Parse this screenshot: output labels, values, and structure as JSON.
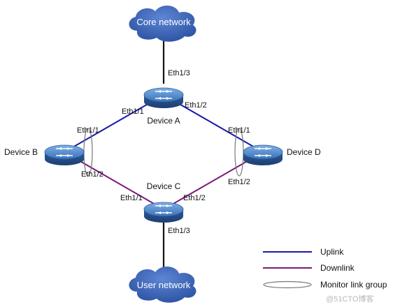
{
  "clouds": {
    "core": "Core network",
    "user": "User network"
  },
  "devices": {
    "a": "Device A",
    "b": "Device B",
    "c": "Device C",
    "d": "Device D"
  },
  "ports": {
    "a_eth13": "Eth1/3",
    "a_eth11": "Eth1/1",
    "a_eth12": "Eth1/2",
    "b_eth11": "Eth1/1",
    "b_eth12": "Eth1/2",
    "d_eth11": "Eth1/1",
    "d_eth12": "Eth1/2",
    "c_eth11": "Eth1/1",
    "c_eth12": "Eth1/2",
    "c_eth13": "Eth1/3"
  },
  "legend": {
    "uplink": "Uplink",
    "downlink": "Downlink",
    "monitor_group": "Monitor link group"
  },
  "colors": {
    "uplink": "#1a1aa8",
    "downlink": "#7a1a7a",
    "cloud": "#3b63b5",
    "device": "#3a72b8",
    "trunk": "#111111"
  },
  "watermark": "@51CTO博客"
}
